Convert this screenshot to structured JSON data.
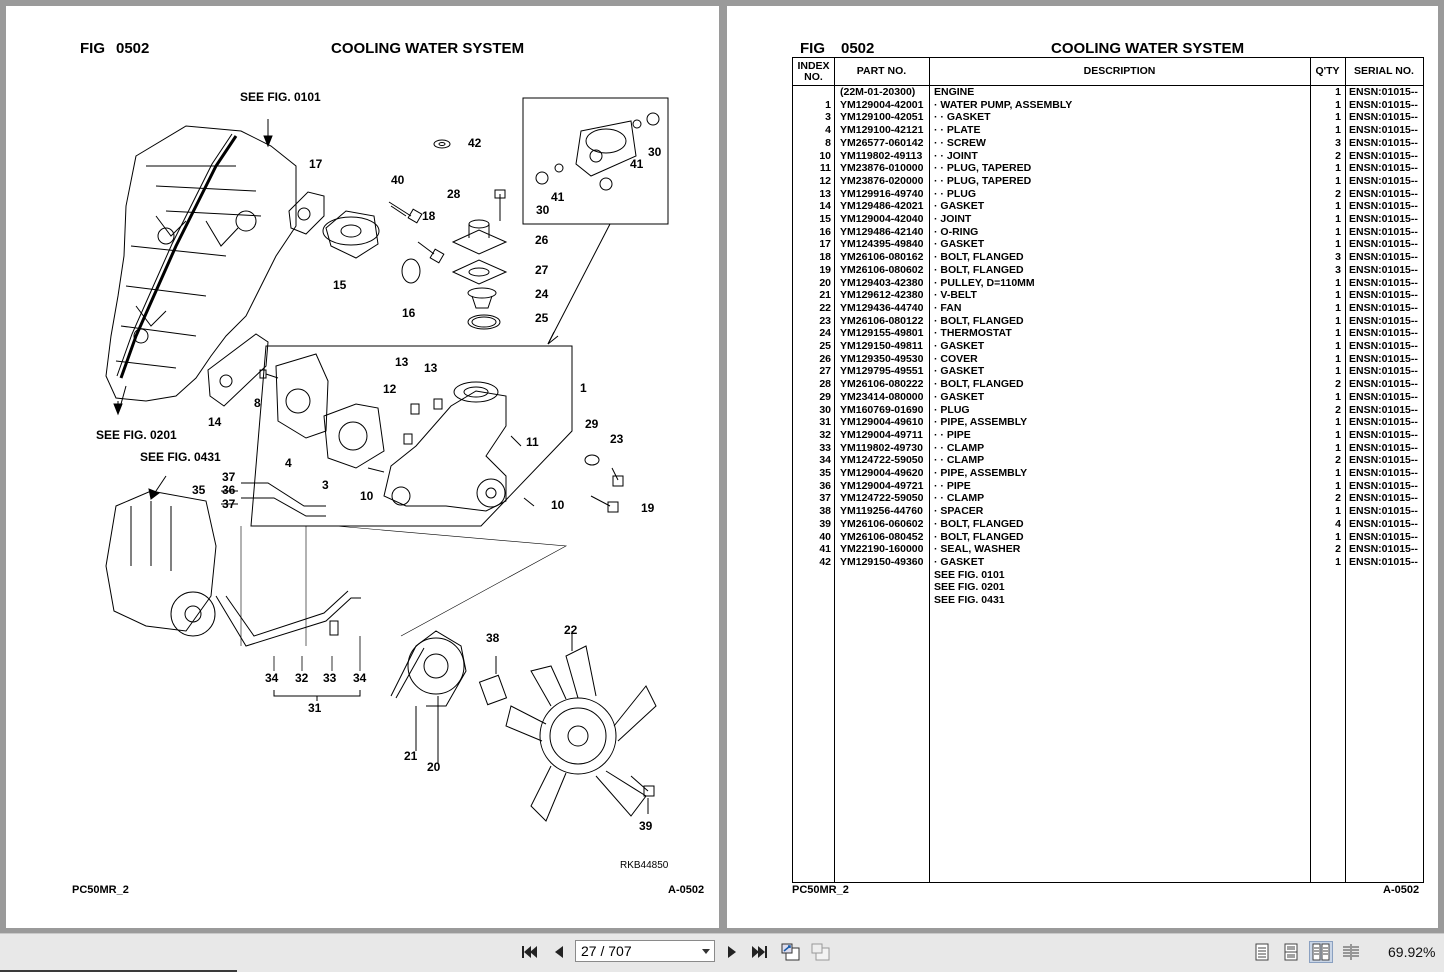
{
  "left_page": {
    "fig_label": "FIG",
    "fig_number": "0502",
    "title": "COOLING WATER SYSTEM",
    "footer_left": "PC50MR_2",
    "footer_right": "A-0502",
    "drawing_id": "RKB44850",
    "see_figs": [
      "SEE FIG. 0101",
      "SEE FIG. 0201",
      "SEE FIG. 0431"
    ],
    "callouts": [
      "42",
      "17",
      "40",
      "18",
      "28",
      "26",
      "27",
      "24",
      "25",
      "15",
      "16",
      "30",
      "41",
      "30",
      "41",
      "14",
      "8",
      "13",
      "13",
      "12",
      "1",
      "4",
      "3",
      "11",
      "10",
      "10",
      "29",
      "23",
      "19",
      "37",
      "36",
      "37",
      "35",
      "34",
      "32",
      "33",
      "34",
      "31",
      "38",
      "22",
      "21",
      "20",
      "39"
    ]
  },
  "right_page": {
    "fig_label": "FIG",
    "fig_number": "0502",
    "title": "COOLING WATER SYSTEM",
    "footer_left": "PC50MR_2",
    "footer_right": "A-0502",
    "table": {
      "headers": {
        "index": "INDEX NO.",
        "part": "PART NO.",
        "description": "DESCRIPTION",
        "qty": "Q'TY",
        "serial": "SERIAL NO."
      },
      "rows": [
        {
          "idx": "",
          "part": "(22M-01-20300)",
          "desc": "ENGINE",
          "qty": "1",
          "serial": "ENSN:01015--"
        },
        {
          "idx": "1",
          "part": "YM129004-42001",
          "desc": "· WATER PUMP, ASSEMBLY",
          "qty": "1",
          "serial": "ENSN:01015--"
        },
        {
          "idx": "3",
          "part": "YM129100-42051",
          "desc": "· · GASKET",
          "qty": "1",
          "serial": "ENSN:01015--"
        },
        {
          "idx": "4",
          "part": "YM129100-42121",
          "desc": "· · PLATE",
          "qty": "1",
          "serial": "ENSN:01015--"
        },
        {
          "idx": "8",
          "part": "YM26577-060142",
          "desc": "· · SCREW",
          "qty": "3",
          "serial": "ENSN:01015--"
        },
        {
          "idx": "10",
          "part": "YM119802-49113",
          "desc": "· · JOINT",
          "qty": "2",
          "serial": "ENSN:01015--"
        },
        {
          "idx": "11",
          "part": "YM23876-010000",
          "desc": "· · PLUG, TAPERED",
          "qty": "1",
          "serial": "ENSN:01015--"
        },
        {
          "idx": "12",
          "part": "YM23876-020000",
          "desc": "· · PLUG, TAPERED",
          "qty": "1",
          "serial": "ENSN:01015--"
        },
        {
          "idx": "13",
          "part": "YM129916-49740",
          "desc": "· · PLUG",
          "qty": "2",
          "serial": "ENSN:01015--"
        },
        {
          "idx": "14",
          "part": "YM129486-42021",
          "desc": "· GASKET",
          "qty": "1",
          "serial": "ENSN:01015--"
        },
        {
          "idx": "15",
          "part": "YM129004-42040",
          "desc": "· JOINT",
          "qty": "1",
          "serial": "ENSN:01015--"
        },
        {
          "idx": "16",
          "part": "YM129486-42140",
          "desc": "· O-RING",
          "qty": "1",
          "serial": "ENSN:01015--"
        },
        {
          "idx": "17",
          "part": "YM124395-49840",
          "desc": "· GASKET",
          "qty": "1",
          "serial": "ENSN:01015--"
        },
        {
          "idx": "18",
          "part": "YM26106-080162",
          "desc": "· BOLT, FLANGED",
          "qty": "3",
          "serial": "ENSN:01015--"
        },
        {
          "idx": "19",
          "part": "YM26106-080602",
          "desc": "· BOLT, FLANGED",
          "qty": "3",
          "serial": "ENSN:01015--"
        },
        {
          "idx": "20",
          "part": "YM129403-42380",
          "desc": "· PULLEY, D=110MM",
          "qty": "1",
          "serial": "ENSN:01015--"
        },
        {
          "idx": "21",
          "part": "YM129612-42380",
          "desc": "· V-BELT",
          "qty": "1",
          "serial": "ENSN:01015--"
        },
        {
          "idx": "22",
          "part": "YM129436-44740",
          "desc": "· FAN",
          "qty": "1",
          "serial": "ENSN:01015--"
        },
        {
          "idx": "23",
          "part": "YM26106-080122",
          "desc": "· BOLT, FLANGED",
          "qty": "1",
          "serial": "ENSN:01015--"
        },
        {
          "idx": "24",
          "part": "YM129155-49801",
          "desc": "· THERMOSTAT",
          "qty": "1",
          "serial": "ENSN:01015--"
        },
        {
          "idx": "25",
          "part": "YM129150-49811",
          "desc": "· GASKET",
          "qty": "1",
          "serial": "ENSN:01015--"
        },
        {
          "idx": "26",
          "part": "YM129350-49530",
          "desc": "· COVER",
          "qty": "1",
          "serial": "ENSN:01015--"
        },
        {
          "idx": "27",
          "part": "YM129795-49551",
          "desc": "· GASKET",
          "qty": "1",
          "serial": "ENSN:01015--"
        },
        {
          "idx": "28",
          "part": "YM26106-080222",
          "desc": "· BOLT, FLANGED",
          "qty": "2",
          "serial": "ENSN:01015--"
        },
        {
          "idx": "29",
          "part": "YM23414-080000",
          "desc": "· GASKET",
          "qty": "1",
          "serial": "ENSN:01015--"
        },
        {
          "idx": "30",
          "part": "YM160769-01690",
          "desc": "· PLUG",
          "qty": "2",
          "serial": "ENSN:01015--"
        },
        {
          "idx": "31",
          "part": "YM129004-49610",
          "desc": "· PIPE, ASSEMBLY",
          "qty": "1",
          "serial": "ENSN:01015--"
        },
        {
          "idx": "32",
          "part": "YM129004-49711",
          "desc": "· · PIPE",
          "qty": "1",
          "serial": "ENSN:01015--"
        },
        {
          "idx": "33",
          "part": "YM119802-49730",
          "desc": "· · CLAMP",
          "qty": "1",
          "serial": "ENSN:01015--"
        },
        {
          "idx": "34",
          "part": "YM124722-59050",
          "desc": "· · CLAMP",
          "qty": "2",
          "serial": "ENSN:01015--"
        },
        {
          "idx": "35",
          "part": "YM129004-49620",
          "desc": "· PIPE, ASSEMBLY",
          "qty": "1",
          "serial": "ENSN:01015--"
        },
        {
          "idx": "36",
          "part": "YM129004-49721",
          "desc": "· · PIPE",
          "qty": "1",
          "serial": "ENSN:01015--"
        },
        {
          "idx": "37",
          "part": "YM124722-59050",
          "desc": "· · CLAMP",
          "qty": "2",
          "serial": "ENSN:01015--"
        },
        {
          "idx": "38",
          "part": "YM119256-44760",
          "desc": "· SPACER",
          "qty": "1",
          "serial": "ENSN:01015--"
        },
        {
          "idx": "39",
          "part": "YM26106-060602",
          "desc": "· BOLT, FLANGED",
          "qty": "4",
          "serial": "ENSN:01015--"
        },
        {
          "idx": "40",
          "part": "YM26106-080452",
          "desc": "· BOLT, FLANGED",
          "qty": "1",
          "serial": "ENSN:01015--"
        },
        {
          "idx": "41",
          "part": "YM22190-160000",
          "desc": "· SEAL, WASHER",
          "qty": "2",
          "serial": "ENSN:01015--"
        },
        {
          "idx": "42",
          "part": "YM129150-49360",
          "desc": "· GASKET",
          "qty": "1",
          "serial": "ENSN:01015--"
        },
        {
          "idx": "",
          "part": "",
          "desc": "SEE FIG. 0101",
          "qty": "",
          "serial": ""
        },
        {
          "idx": "",
          "part": "",
          "desc": "SEE FIG. 0201",
          "qty": "",
          "serial": ""
        },
        {
          "idx": "",
          "part": "",
          "desc": "SEE FIG. 0431",
          "qty": "",
          "serial": ""
        }
      ]
    }
  },
  "toolbar": {
    "page_value": "27 / 707",
    "zoom": "69.92%",
    "progress_fraction": 0.164,
    "icons": [
      "first-page-icon",
      "previous-page-icon",
      "next-page-icon",
      "last-page-icon",
      "fit-page-icon",
      "fit-width-icon",
      "single-page-view-icon",
      "continuous-view-icon",
      "two-page-view-icon",
      "two-page-continuous-view-icon"
    ],
    "active_view": "two-page-view"
  }
}
